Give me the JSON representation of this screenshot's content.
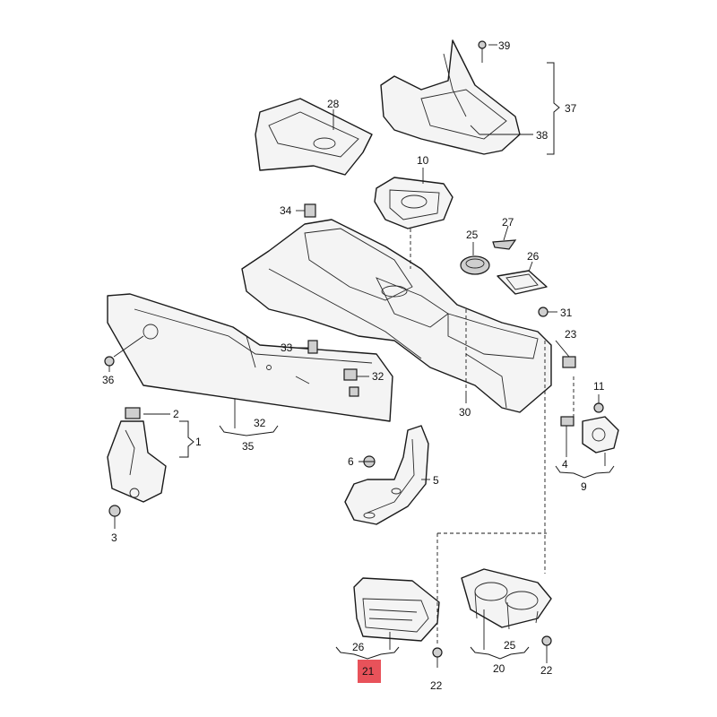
{
  "colors": {
    "line": "#1a1a1a",
    "highlight": "#e8525a"
  },
  "callouts": {
    "c1": "1",
    "c2": "2",
    "c3": "3",
    "c4": "4",
    "c5": "5",
    "c6": "6",
    "c9": "9",
    "c10": "10",
    "c11": "11",
    "c20": "20",
    "c21": "21",
    "c22a": "22",
    "c22b": "22",
    "c23": "23",
    "c25a": "25",
    "c25b": "25",
    "c26a": "26",
    "c26b": "26",
    "c27": "27",
    "c28": "28",
    "c30": "30",
    "c31": "31",
    "c32a": "32",
    "c32b": "32",
    "c33": "33",
    "c34": "34",
    "c35": "35",
    "c36": "36",
    "c37": "37",
    "c38": "38",
    "c39": "39"
  },
  "highlighted_callout": "c21"
}
